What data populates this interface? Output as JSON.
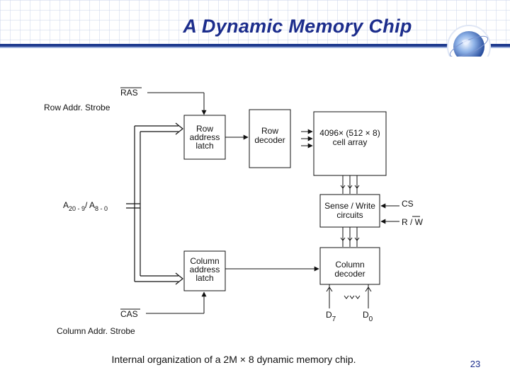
{
  "slide": {
    "title": "A Dynamic Memory Chip",
    "caption": "Internal organization of a 2M × 8 dynamic memory chip.",
    "page_number": "23"
  },
  "diagram": {
    "ras_label": "RAS",
    "ras_desc": "Row Addr. Strobe",
    "cas_label": "CAS",
    "cas_desc": "Column Addr. Strobe",
    "addr_label": "A",
    "addr_sub1": "20 - 9",
    "addr_sep": "/ A",
    "addr_sub2": "8 - 0",
    "row_latch": [
      "Row",
      "address",
      "latch"
    ],
    "row_decoder": [
      "Row",
      "decoder"
    ],
    "cell_array": [
      "4096× (512 × 8)",
      "cell array"
    ],
    "sense_write": [
      "Sense / Write",
      "circuits"
    ],
    "col_latch": [
      "Column",
      "address",
      "latch"
    ],
    "col_decoder": [
      "Column",
      "decoder"
    ],
    "cs_label": "CS",
    "rw_label": "R / W",
    "d7_label": "D",
    "d7_sub": "7",
    "d0_label": "D",
    "d0_sub": "0"
  },
  "colors": {
    "title": "#1c2d8c",
    "header_band": "#1f3b8f",
    "grid": "#c9d3ea"
  }
}
